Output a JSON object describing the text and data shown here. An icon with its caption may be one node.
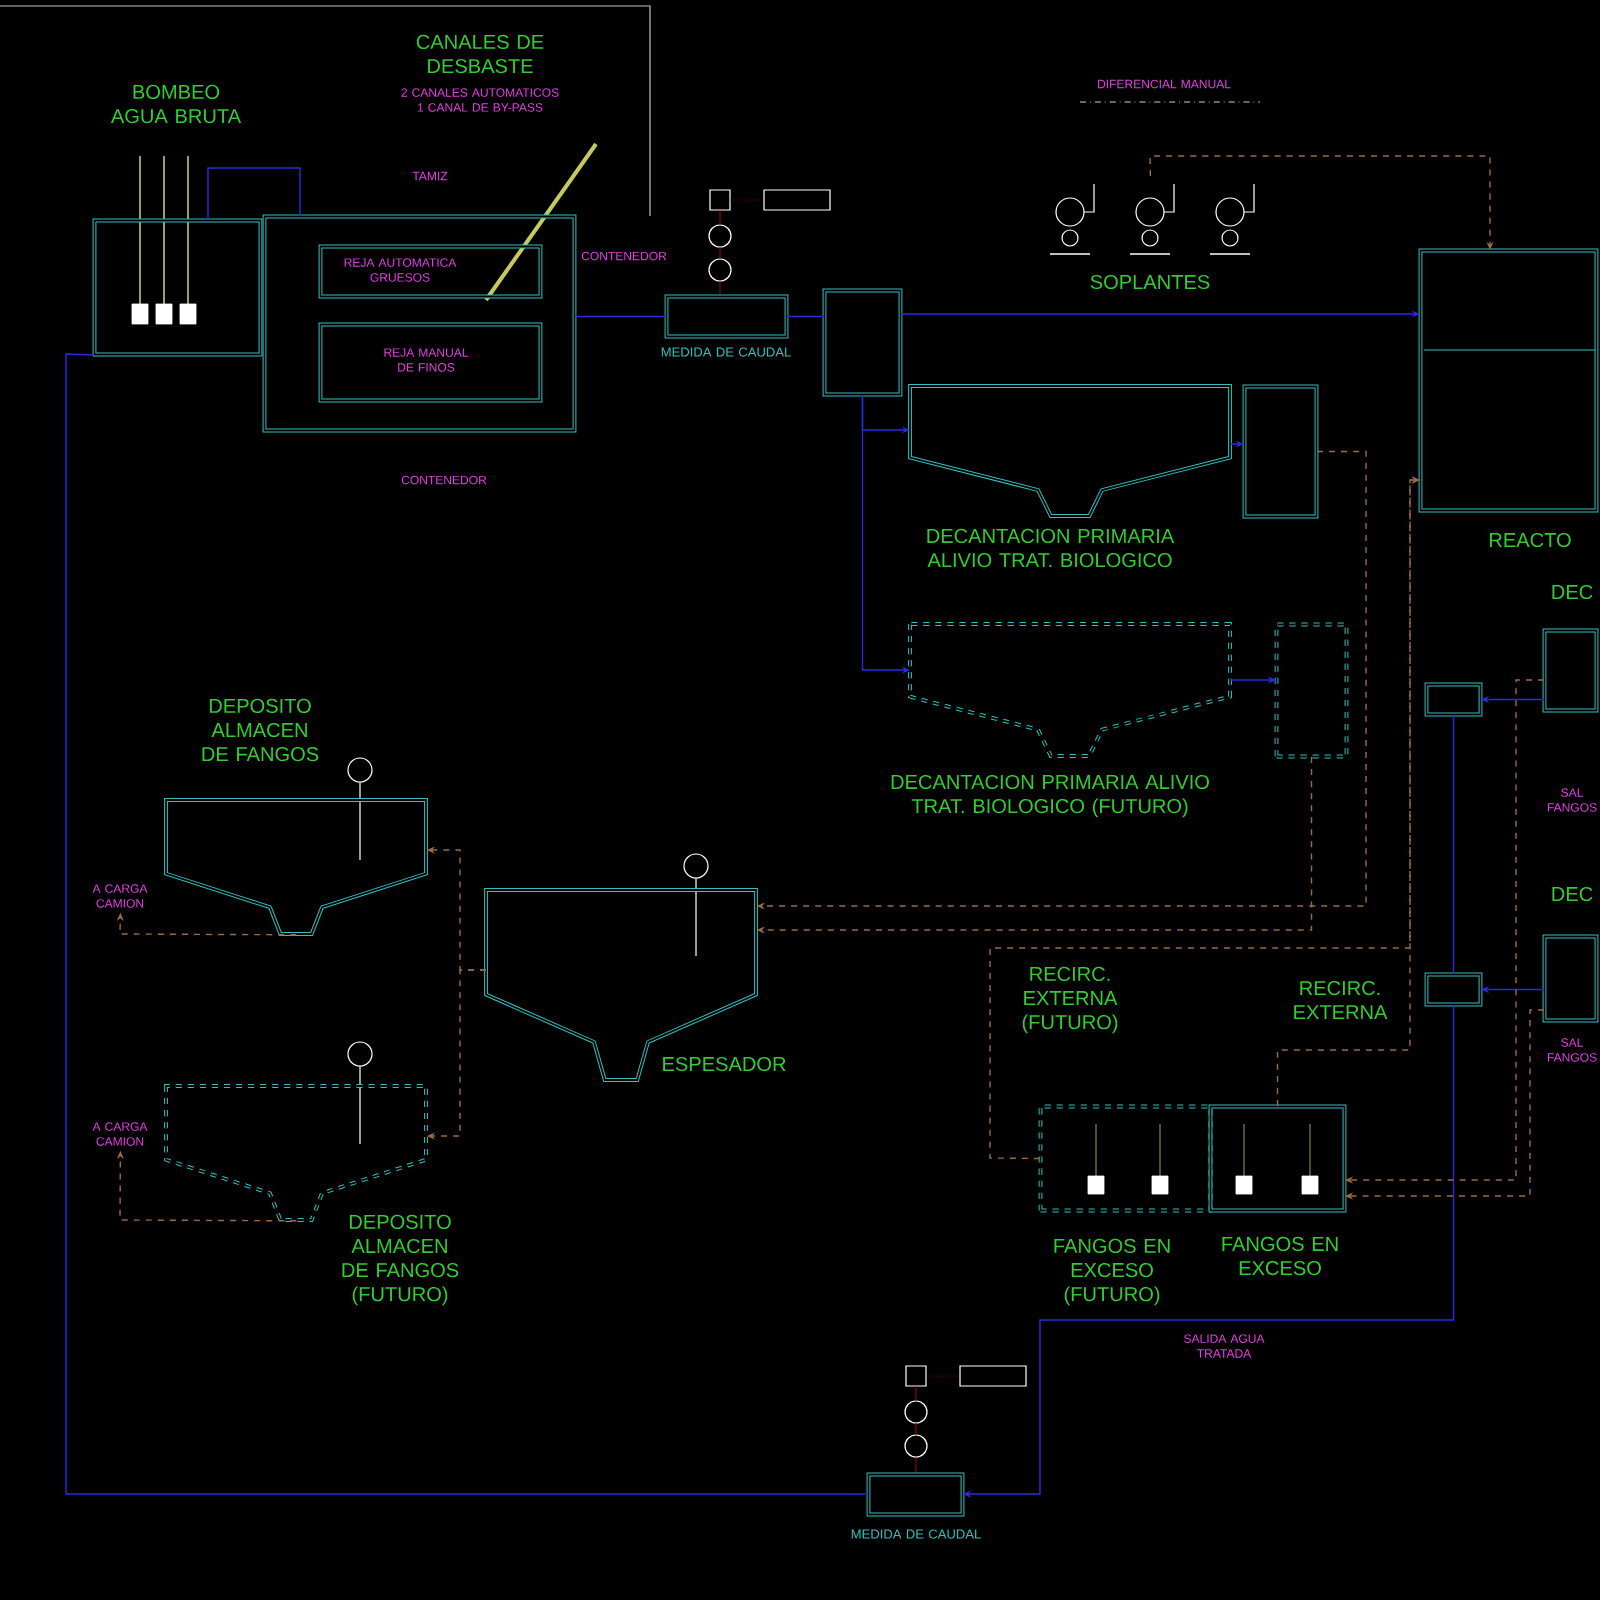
{
  "diagram": {
    "nodes": [
      {
        "text": [
          "BOMBEO AGUA BRUTA"
        ]
      },
      {
        "text": [],
        "shape": "box"
      },
      {
        "text": [
          "REJA AUTOMATICA GRUESOS"
        ],
        "in": 1
      },
      {
        "text": [
          "REJA MANUAL DE FINOS"
        ],
        "in": 1
      },
      {
        "text": [],
        "shape": "box",
        "beside": [
          "MEDIDA DE CAUDAL"
        ]
      },
      {
        "text": [],
        "shape": "box"
      },
      {
        "text": [
          "DECANTACION PRIMARIA ALIVIO TRAT. BIOLOGICO"
        ]
      },
      {
        "text": [],
        "shape": "box"
      },
      {
        "text": [
          "SOPLANTES"
        ]
      },
      {
        "text": [
          "REACTO"
        ]
      },
      {
        "text": [
          "DECANTACION PRIMARIA ALIVIO TRAT. BIOLOGICO (FUTURO)"
        ]
      },
      {
        "text": [],
        "shape": "box"
      },
      {
        "text": [],
        "shape": "box"
      },
      {
        "text": [
          "DEC"
        ]
      },
      {
        "text": [
          "DEC"
        ]
      },
      {
        "text": [],
        "shape": "box"
      },
      {
        "text": [
          "DEPOSITO ALMACEN DE FANGOS"
        ]
      },
      {
        "text": [
          "ESPESADOR"
        ]
      },
      {
        "text": [
          "DEPOSITO ALMACEN DE FANGOS (FUTURO)"
        ]
      },
      {
        "text": [
          "RECIRC. EXTERNA (FUTURO)",
          "FANGOS EN EXCESO (FUTURO)"
        ]
      },
      {
        "text": [
          "RECIRC. EXTERNA",
          "FANGOS EN EXCESO"
        ]
      },
      {
        "text": [],
        "shape": "box",
        "beside": [
          "MEDIDA DE CAUDAL"
        ]
      },
      {
        "text": [
          "A CARGA CAMION"
        ]
      },
      {
        "text": [
          "A CARGA CAMION"
        ]
      }
    ],
    "edges": [
      {
        "from": 0,
        "to": 1,
        "arrow": "none"
      },
      {
        "from": 1,
        "to": 4,
        "arrow": "none"
      },
      {
        "from": 4,
        "to": 5,
        "arrow": "none"
      },
      {
        "from": 5,
        "to": 9,
        "arrow": "to"
      },
      {
        "from": 5,
        "to": 6,
        "arrow": "to"
      },
      {
        "from": 5,
        "to": 10,
        "arrow": "to"
      },
      {
        "from": 6,
        "to": 7,
        "arrow": "to"
      },
      {
        "from": 10,
        "to": 11,
        "arrow": "to"
      },
      {
        "from": 13,
        "to": 12,
        "arrow": "to"
      },
      {
        "from": 14,
        "to": 15,
        "arrow": "to"
      },
      {
        "from": 12,
        "to": 15,
        "arrow": "none"
      },
      {
        "from": 15,
        "to": 21,
        "arrow": "to"
      },
      {
        "from": 0,
        "to": 21,
        "arrow": "none"
      },
      {
        "from": 7,
        "to": 17,
        "arrow": "to",
        "style": "dashed",
        "color": "#9c6b40"
      },
      {
        "from": 11,
        "to": 17,
        "arrow": "to",
        "style": "dashed",
        "color": "#9c6b40"
      },
      {
        "from": 17,
        "to": 16,
        "arrow": "to",
        "style": "dashed",
        "color": "#9c6b40"
      },
      {
        "from": 17,
        "to": 18,
        "arrow": "to",
        "style": "dashed",
        "color": "#9c6b40"
      },
      {
        "from": 16,
        "to": 22,
        "arrow": "to",
        "style": "dashed",
        "color": "#9c6b40"
      },
      {
        "from": 18,
        "to": 23,
        "arrow": "to",
        "style": "dashed",
        "color": "#9c6b40"
      },
      {
        "from": 20,
        "to": 9,
        "arrow": "to",
        "style": "dashed",
        "color": "#9c6b40"
      },
      {
        "from": 19,
        "to": 9,
        "arrow": "to",
        "style": "dashed",
        "color": "#9c6b40"
      },
      {
        "from": 13,
        "to": 20,
        "arrow": "to",
        "style": "dashed",
        "color": "#9c6b40"
      },
      {
        "from": 14,
        "to": 20,
        "arrow": "to",
        "style": "dashed",
        "color": "#9c6b40"
      },
      {
        "from": 8,
        "to": 9,
        "arrow": "to",
        "style": "dashed",
        "color": "#9c6b40"
      }
    ],
    "labels": [
      "TAMIZ",
      "CONTENEDOR",
      "CONTENEDOR",
      "DIFERENCIAL MANUAL",
      "SAL FANGOS",
      "SAL FANGOS",
      "SALIDA AGUA TRATADA",
      "CANALES DE DESBASTE",
      "2 CANALES AUTOMATICOS 1 CANAL DE BY-PASS"
    ]
  }
}
